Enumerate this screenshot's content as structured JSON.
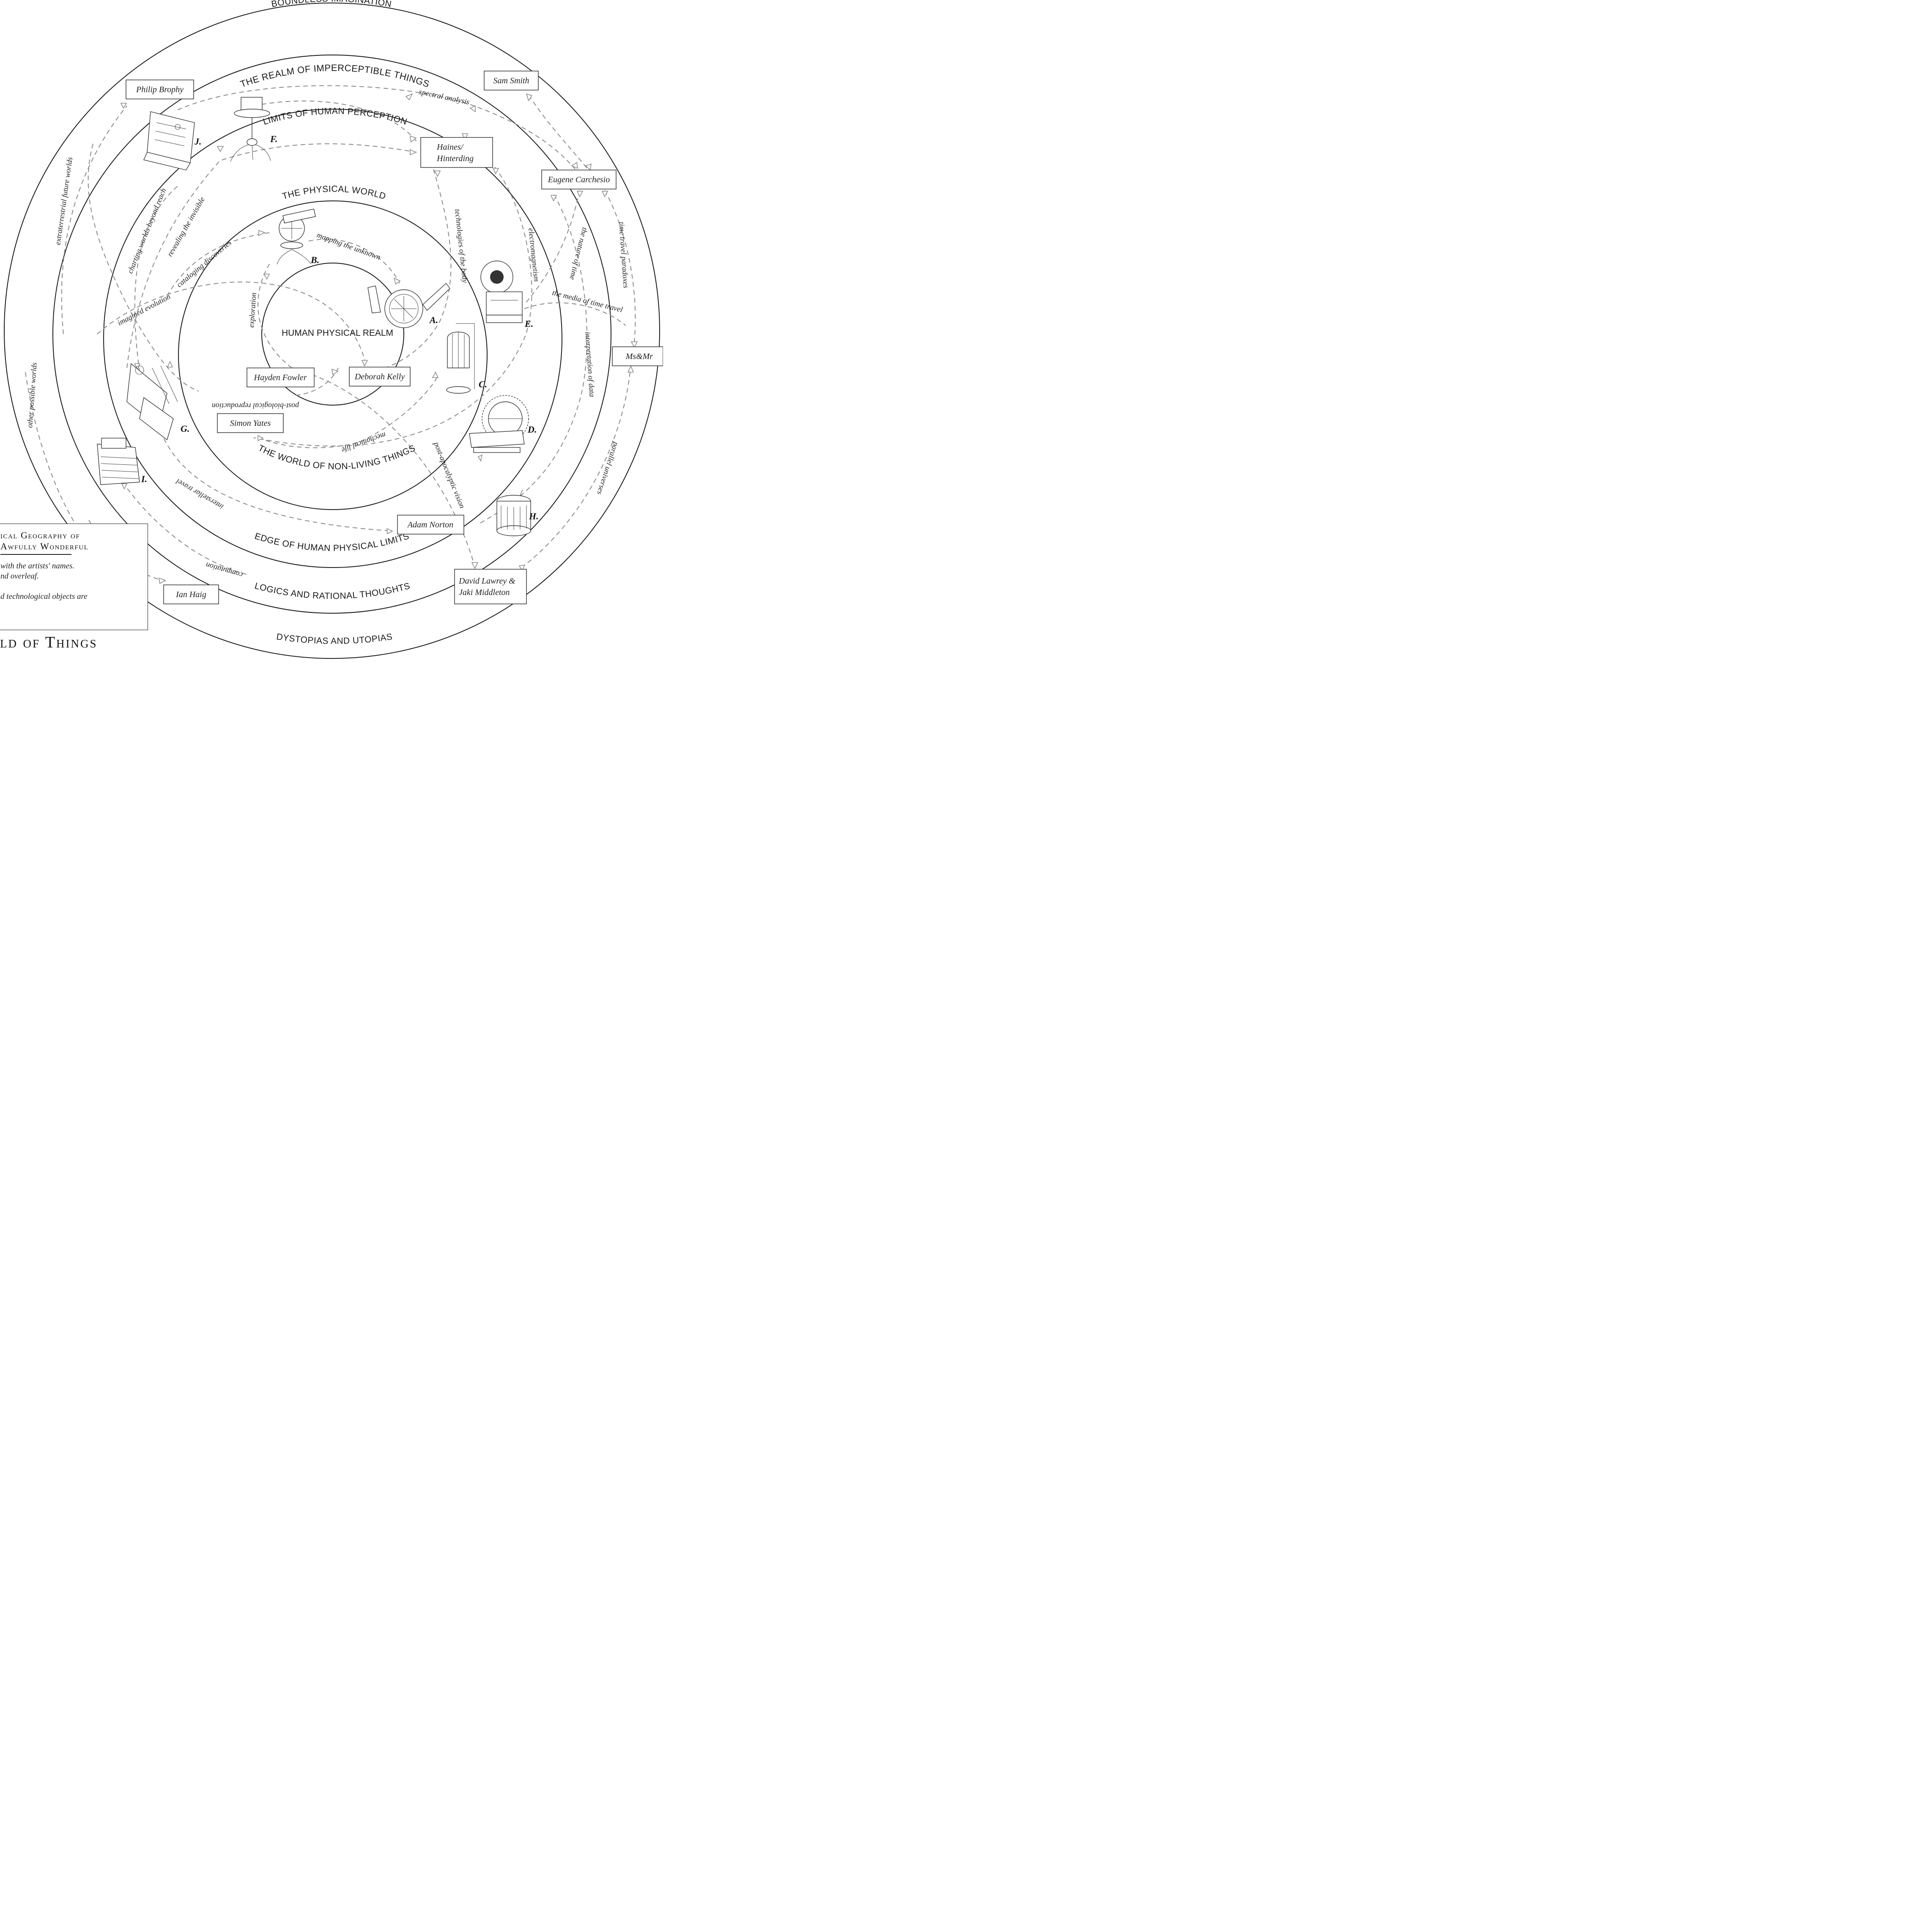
{
  "rings": {
    "boundless_imagination": "BOUNDLESS IMAGINATION",
    "imperceptible_things": "THE REALM OF IMPERCEPTIBLE THINGS",
    "limits_of_perception": "LIMITS OF HUMAN PERCEPTION",
    "physical_world": "THE PHYSICAL WORLD",
    "human_physical_realm": "HUMAN PHYSICAL REALM",
    "non_living_things": "THE WORLD OF NON-LIVING THINGS",
    "edge_of_human_limits": "EDGE OF HUMAN PHYSICAL LIMITS",
    "logics_rational": "LOGICS AND RATIONAL THOUGHTS",
    "dystopias_utopias": "DYSTOPIAS AND UTOPIAS"
  },
  "artists": {
    "philip_brophy": "Philip Brophy",
    "sam_smith": "Sam Smith",
    "haines_line1": "Haines/",
    "haines_line2": "Hinterding",
    "eugene_carchesio": "Eugene Carchesio",
    "ms_mr": "Ms&Mr",
    "hayden_fowler": "Hayden Fowler",
    "deborah_kelly": "Deborah Kelly",
    "simon_yates": "Simon Yates",
    "adam_norton": "Adam Norton",
    "ian_haig": "Ian Haig",
    "lawrey_line1": "David Lawrey &",
    "lawrey_line2": "Jaki Middleton"
  },
  "paths": {
    "spectral_analysis": "spectral analysis",
    "mapping_the_unknown": "mapping the unknown",
    "cataloging_discoveries": "cataloging discoveries",
    "revealing_the_invisible": "revealing the invisible",
    "charting_worlds": "charting worlds beyond reach",
    "extraterrestrial": "extraterrestrial future worlds",
    "imagined_evolution": "imagined evolution",
    "exploration": "exploration",
    "technologies_of_body": "technologies of the body",
    "electromagnetism": "electromagnetism",
    "nature_of_time": "the nature of time",
    "time_travel_paradoxes": "time travel paradoxes",
    "media_of_time_travel": "the media of time travel",
    "interpretation_of_data": "interpretation of data",
    "other_possible_worlds": "other possible worlds",
    "post_biological": "post-biological reproduction",
    "mechanical_life": "mechanical life",
    "post_apocalyptic": "post-apocalyptic vision",
    "interstellar_travel": "interstellar travel",
    "parallel_universes": "parallel universes",
    "computation": "computation"
  },
  "objects": {
    "a": "A.",
    "b": "B.",
    "c": "C.",
    "d": "D.",
    "e": "E.",
    "f": "F.",
    "g": "G.",
    "h": "H.",
    "i": "I.",
    "j": "J."
  },
  "legend": {
    "title_line1": "ical Geography of",
    "title_line2": "Awfully Wonderful",
    "note1_line1": "with the artists' names.",
    "note1_line2": "nd overleaf.",
    "note2": "d technological objects are"
  },
  "footer_title": "ld of Things"
}
